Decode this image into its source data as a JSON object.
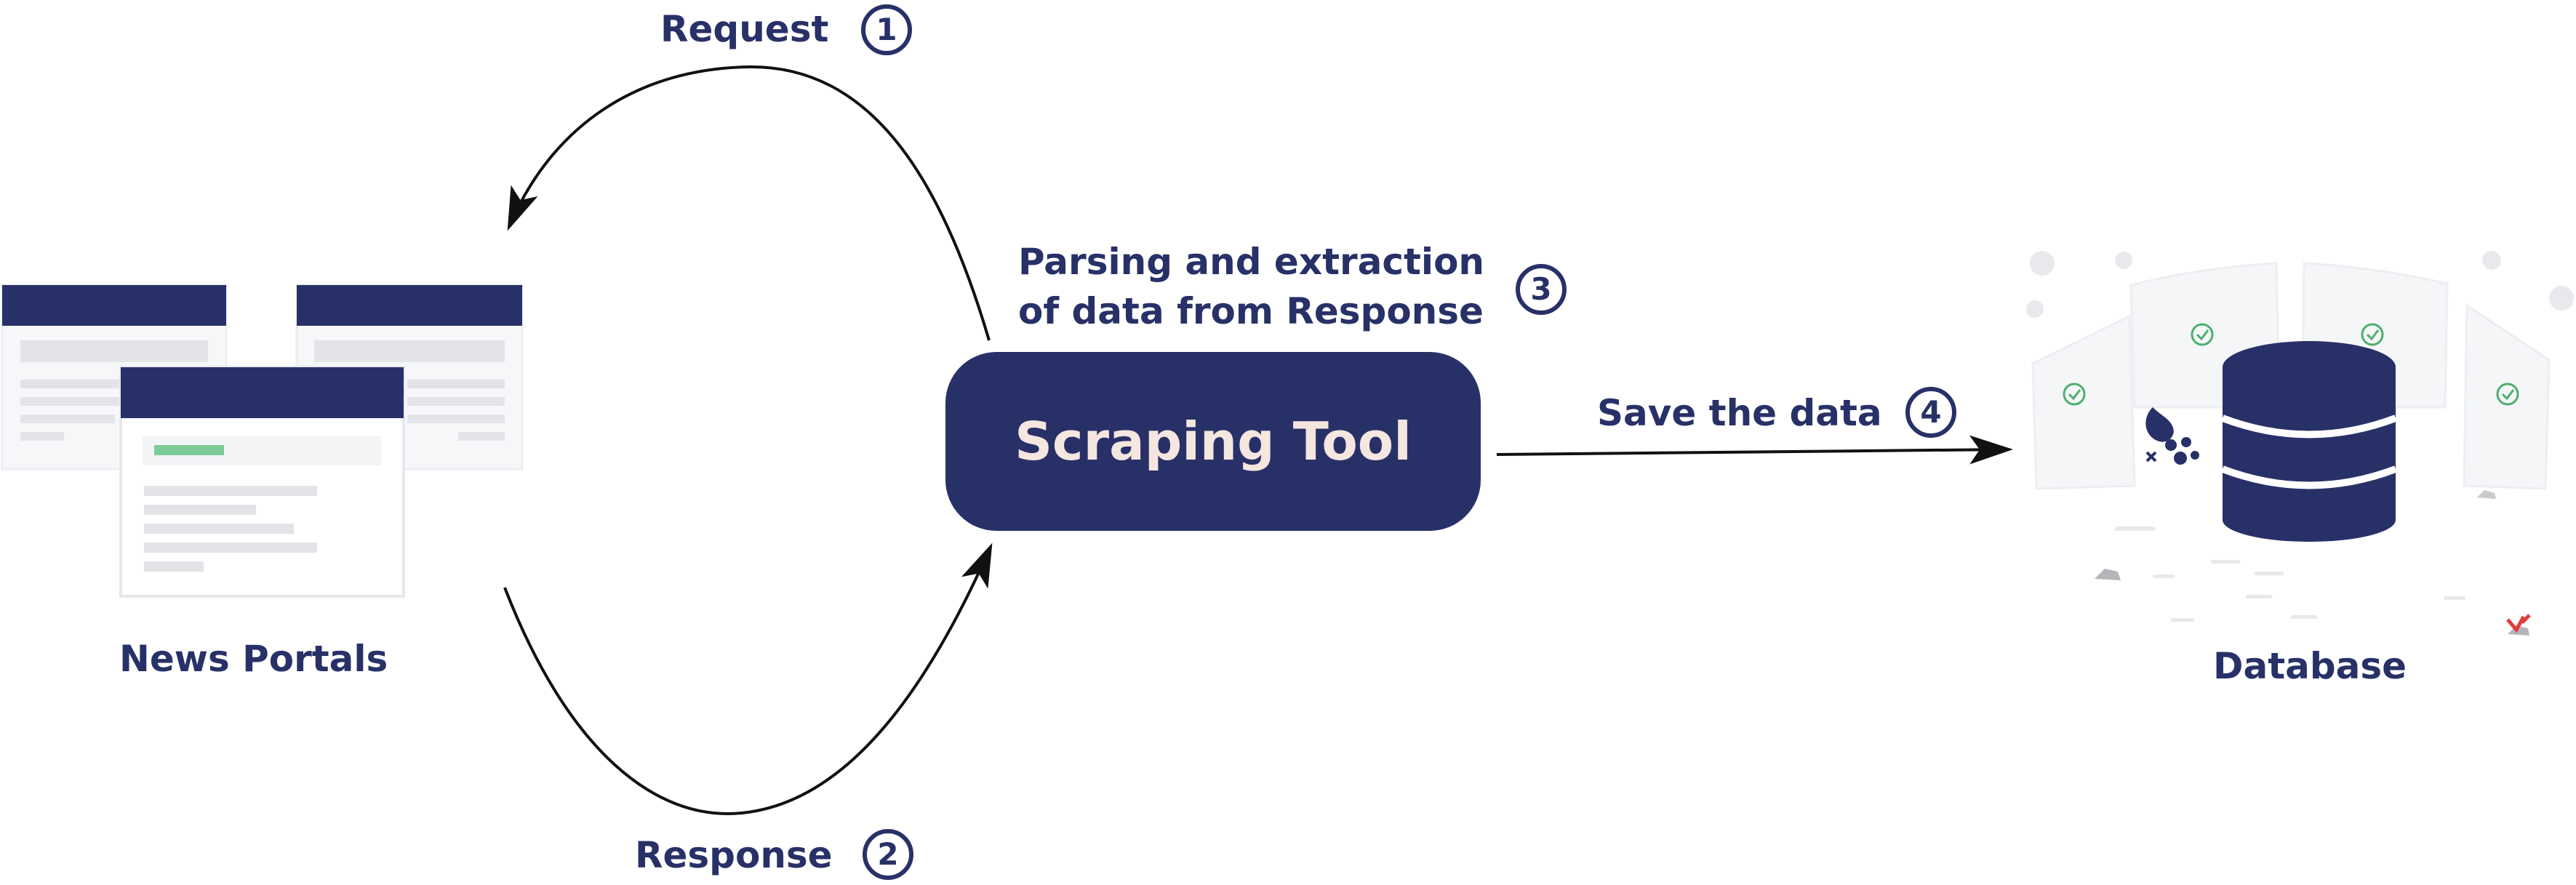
{
  "steps": [
    {
      "number": "1",
      "label": "Request"
    },
    {
      "number": "2",
      "label": "Response"
    },
    {
      "number": "3",
      "label_line1": "Parsing and extraction",
      "label_line2": "of data from Response"
    },
    {
      "number": "4",
      "label": "Save the data"
    }
  ],
  "nodes": {
    "source": "News Portals",
    "tool": "Scraping Tool",
    "target": "Database"
  },
  "colors": {
    "primary": "#283167",
    "tool_text": "#f5e6e0",
    "check": "#4caf6e",
    "page_bg": "#f6f7f9",
    "placeholder": "#e2e4e8",
    "accent_green": "#7ccc98",
    "error_red": "#e03c3c"
  }
}
